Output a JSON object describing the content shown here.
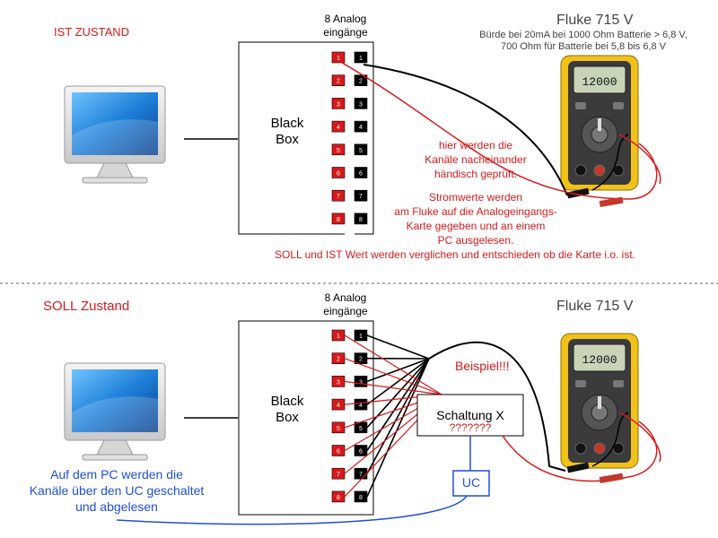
{
  "ist": {
    "title": "IST ZUSTAND",
    "analog_label_1": "8 Analog",
    "analog_label_2": "eingänge",
    "black_box": "Black",
    "black_box_2": "Box",
    "fluke_title": "Fluke 715 V",
    "fluke_sub_1": "Bürde bei 20mA bei 1000 Ohm Batterie > 6,8 V,",
    "fluke_sub_2": "700 Ohm für Batterie bei 5,8 bis 6,8 V",
    "note_1": "hier werden die",
    "note_2": "Kanäle nacheinander",
    "note_3": "händisch geprüft.",
    "note_4": "Stromwerte werden",
    "note_5": "am Fluke auf die Analogeingangs-",
    "note_6": "Karte gegeben und an einem",
    "note_7": "PC ausgelesen.",
    "note_8": "SOLL und IST Wert werden verglichen und entschieden ob die Karte i.o. ist."
  },
  "soll": {
    "title": "SOLL Zustand",
    "analog_label_1": "8 Analog",
    "analog_label_2": "eingänge",
    "black_box": "Black",
    "black_box_2": "Box",
    "fluke_title": "Fluke 715 V",
    "beispiel": "Beispiel!!!",
    "schaltung": "Schaltung X",
    "question": "???????",
    "uc": "UC",
    "pc_note_1": "Auf dem PC werden die",
    "pc_note_2": "Kanäle über den UC geschaltet",
    "pc_note_3": "und abgelesen"
  },
  "channels": [
    "1",
    "2",
    "3",
    "4",
    "5",
    "6",
    "7",
    "8"
  ],
  "meter": {
    "display": "12000"
  },
  "colors": {
    "red": "#d7191c",
    "blue": "#1f4fd8",
    "black": "#000000",
    "meter_yellow": "#f2c21a"
  }
}
